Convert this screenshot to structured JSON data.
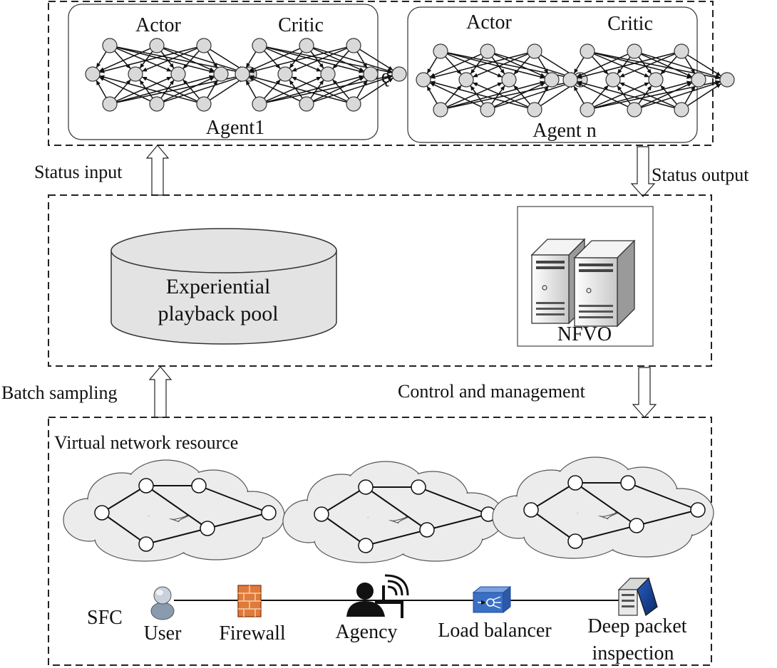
{
  "agents": [
    {
      "actor_label": "Actor",
      "critic_label": "Critic",
      "name": "Agent1"
    },
    {
      "actor_label": "Actor",
      "critic_label": "Critic",
      "name": "Agent n"
    }
  ],
  "ellipsis": "ę",
  "arrows": {
    "status_input": "Status input",
    "status_output": "Status output",
    "batch_sampling": "Batch sampling",
    "control_management": "Control and management"
  },
  "pool": {
    "line1": "Experiential",
    "line2": "playback pool"
  },
  "nfvo": {
    "label": "NFVO"
  },
  "resource": {
    "title": "Virtual network resource"
  },
  "sfc": {
    "label": "SFC",
    "items": [
      {
        "label": "User",
        "icon": "user-icon"
      },
      {
        "label": "Firewall",
        "icon": "firewall-icon"
      },
      {
        "label": "Agency",
        "icon": "agency-icon"
      },
      {
        "label": "Load balancer",
        "icon": "load-balancer-icon"
      },
      {
        "label": "Deep packet",
        "label2": "inspection",
        "icon": "deep-packet-inspection-icon"
      }
    ]
  },
  "colors": {
    "node_fill": "#d9d9d9",
    "cloud_fill": "#ececec",
    "lb_blue": "#3a6fc4",
    "firewall_orange": "#e07a3a"
  }
}
